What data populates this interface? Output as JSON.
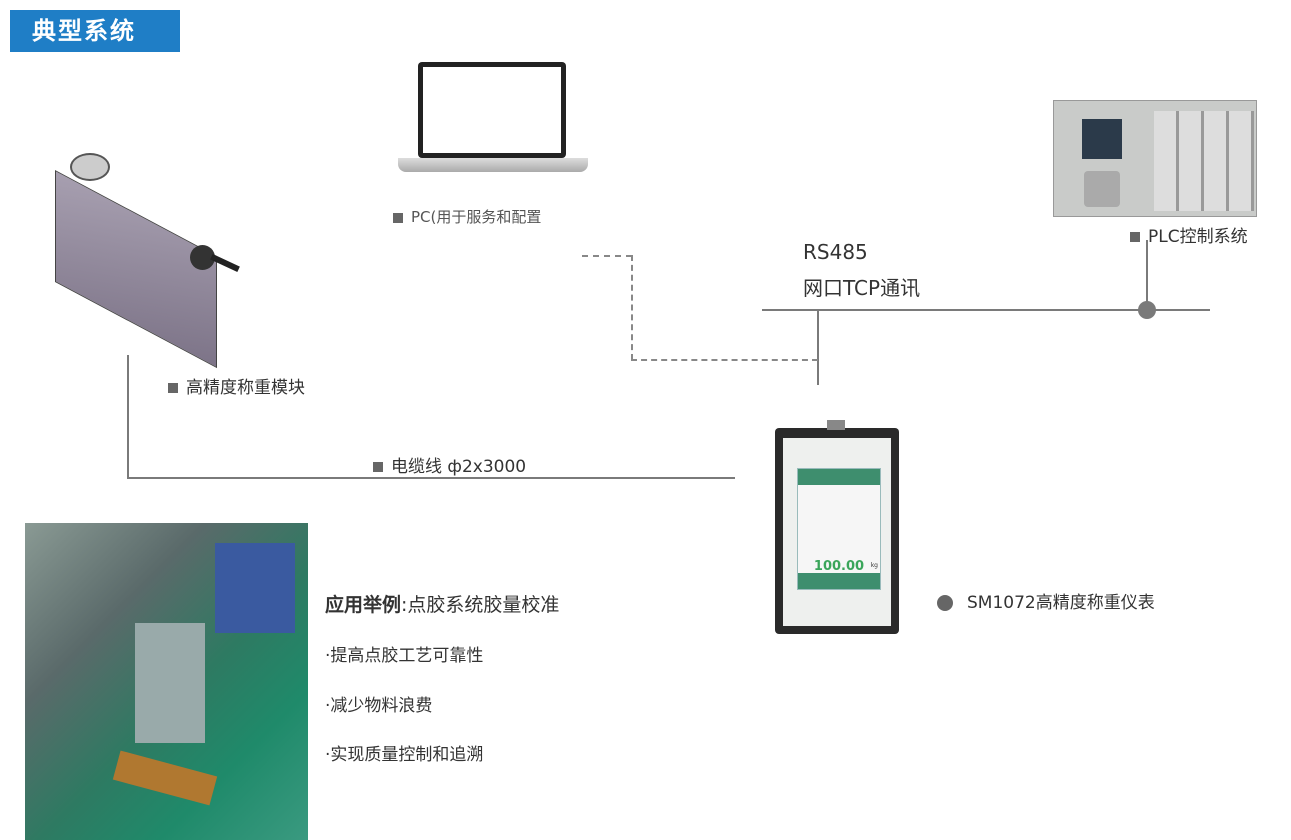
{
  "title": "典型系统",
  "devices": {
    "pc": "PC(用于服务和配置",
    "plc": "PLC控制系统",
    "module": "高精度称重模块",
    "cable": "电缆线 ф2x3000",
    "meter": "SM1072高精度称重仪表",
    "comm_line1": "RS485",
    "comm_line2": "网口TCP通讯"
  },
  "meter_screen": {
    "value": "100.00",
    "unit": "kg"
  },
  "application": {
    "heading": "应用举例",
    "subject": ":点胶系统胶量校准",
    "bullets": [
      "·提高点胶工艺可靠性",
      "·减少物料浪费",
      "·实现质量控制和追溯"
    ]
  },
  "colors": {
    "title_bg": "#1f7ec6",
    "line": "#7a7a7a"
  }
}
